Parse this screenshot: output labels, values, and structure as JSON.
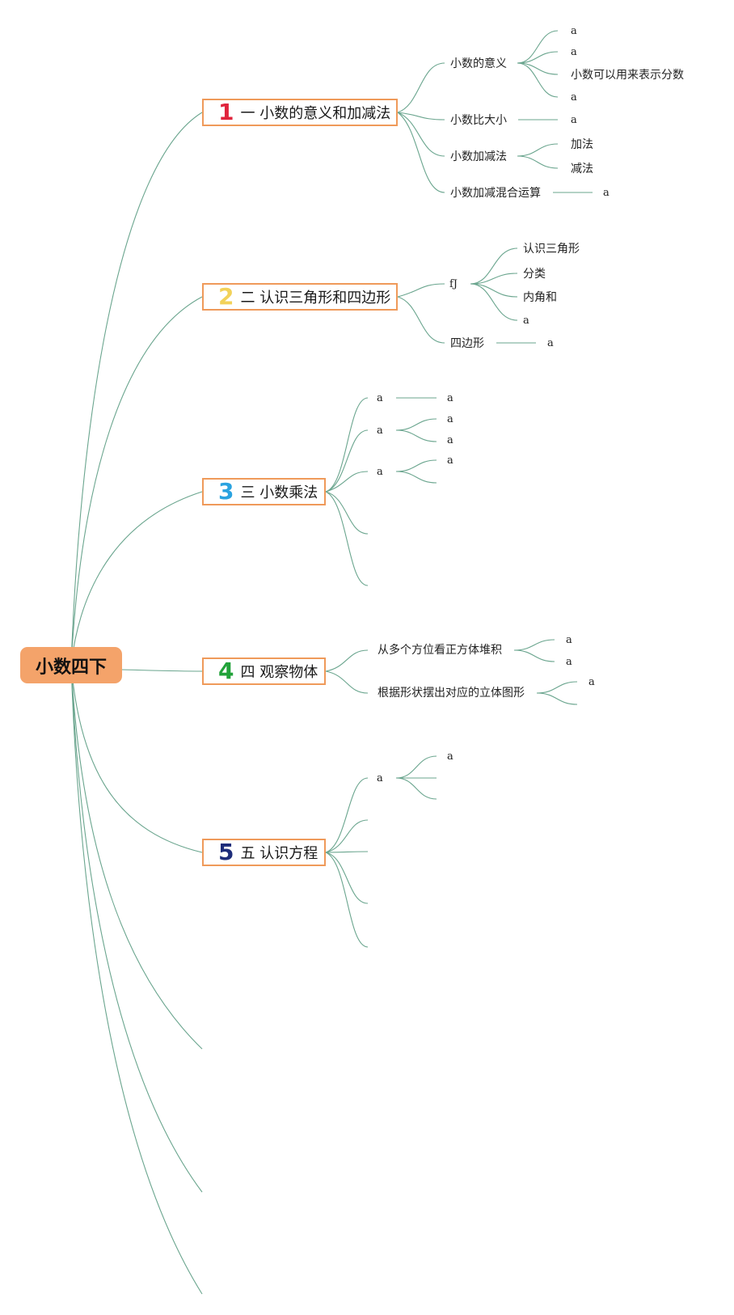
{
  "root": {
    "label": "小数四下"
  },
  "topics": [
    {
      "number": "1",
      "number_color": "#e0243c",
      "label": "一 小数的意义和加减法"
    },
    {
      "number": "2",
      "number_color": "#f2d25a",
      "label": "二 认识三角形和四边形"
    },
    {
      "number": "3",
      "number_color": "#2aa3e0",
      "label": "三 小数乘法"
    },
    {
      "number": "4",
      "number_color": "#22a23a",
      "label": "四 观察物体"
    },
    {
      "number": "5",
      "number_color": "#1e2d7a",
      "label": "五 认识方程"
    }
  ],
  "branches": {
    "t1": {
      "sub1": "小数的意义",
      "sub1_leaves": [
        "a",
        "a",
        "小数可以用来表示分数",
        "a"
      ],
      "sub2": "小数比大小",
      "sub2_leaf": "a",
      "sub3": "小数加减法",
      "sub3_leaves": [
        "加法",
        "减法"
      ],
      "sub4": "小数加减混合运算",
      "sub4_leaf": "a"
    },
    "t2": {
      "sub1": "fJ",
      "sub1_leaves": [
        "认识三角形",
        "分类",
        "内角和",
        "a"
      ],
      "sub2": "四边形",
      "sub2_leaf": "a"
    },
    "t3": {
      "subs": [
        "a",
        "a",
        "a"
      ],
      "sub1_leaf": "a",
      "sub2_leaves": [
        "a",
        "a"
      ],
      "sub3_leaf": "a"
    },
    "t4": {
      "sub1": "从多个方位看正方体堆积",
      "sub1_leaves": [
        "a",
        "a"
      ],
      "sub2": "根据形状摆出对应的立体图形",
      "sub2_leaf": "a"
    },
    "t5": {
      "sub1": "a",
      "sub1_leaf": "a"
    }
  },
  "colors": {
    "line": "#6aa58e",
    "root_fill": "#f4a36a",
    "topic_border": "#ef9a5a"
  }
}
